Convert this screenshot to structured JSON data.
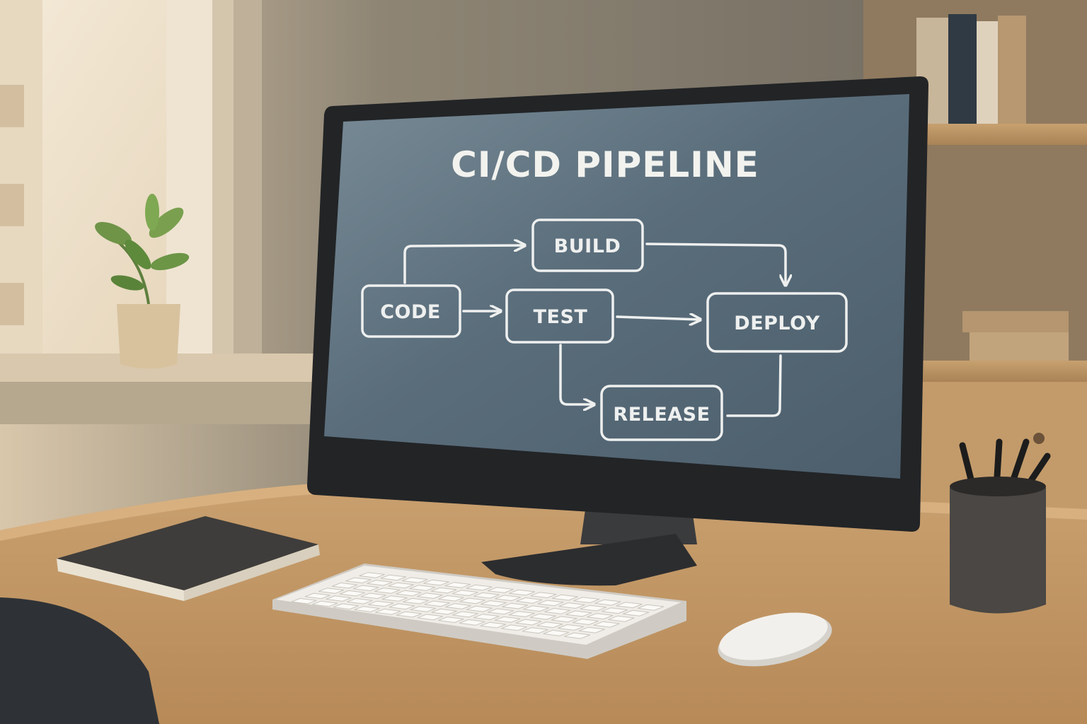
{
  "screen": {
    "title": "CI/CD PIPELINE",
    "nodes": {
      "code": "CODE",
      "build": "BUILD",
      "test": "TEST",
      "deploy": "DEPLOY",
      "release": "RELEASE"
    }
  },
  "colors": {
    "screen_bg": "#556876",
    "stroke": "#eef0ef",
    "desk": "#c89c6a",
    "wall": "#6f6a60"
  }
}
